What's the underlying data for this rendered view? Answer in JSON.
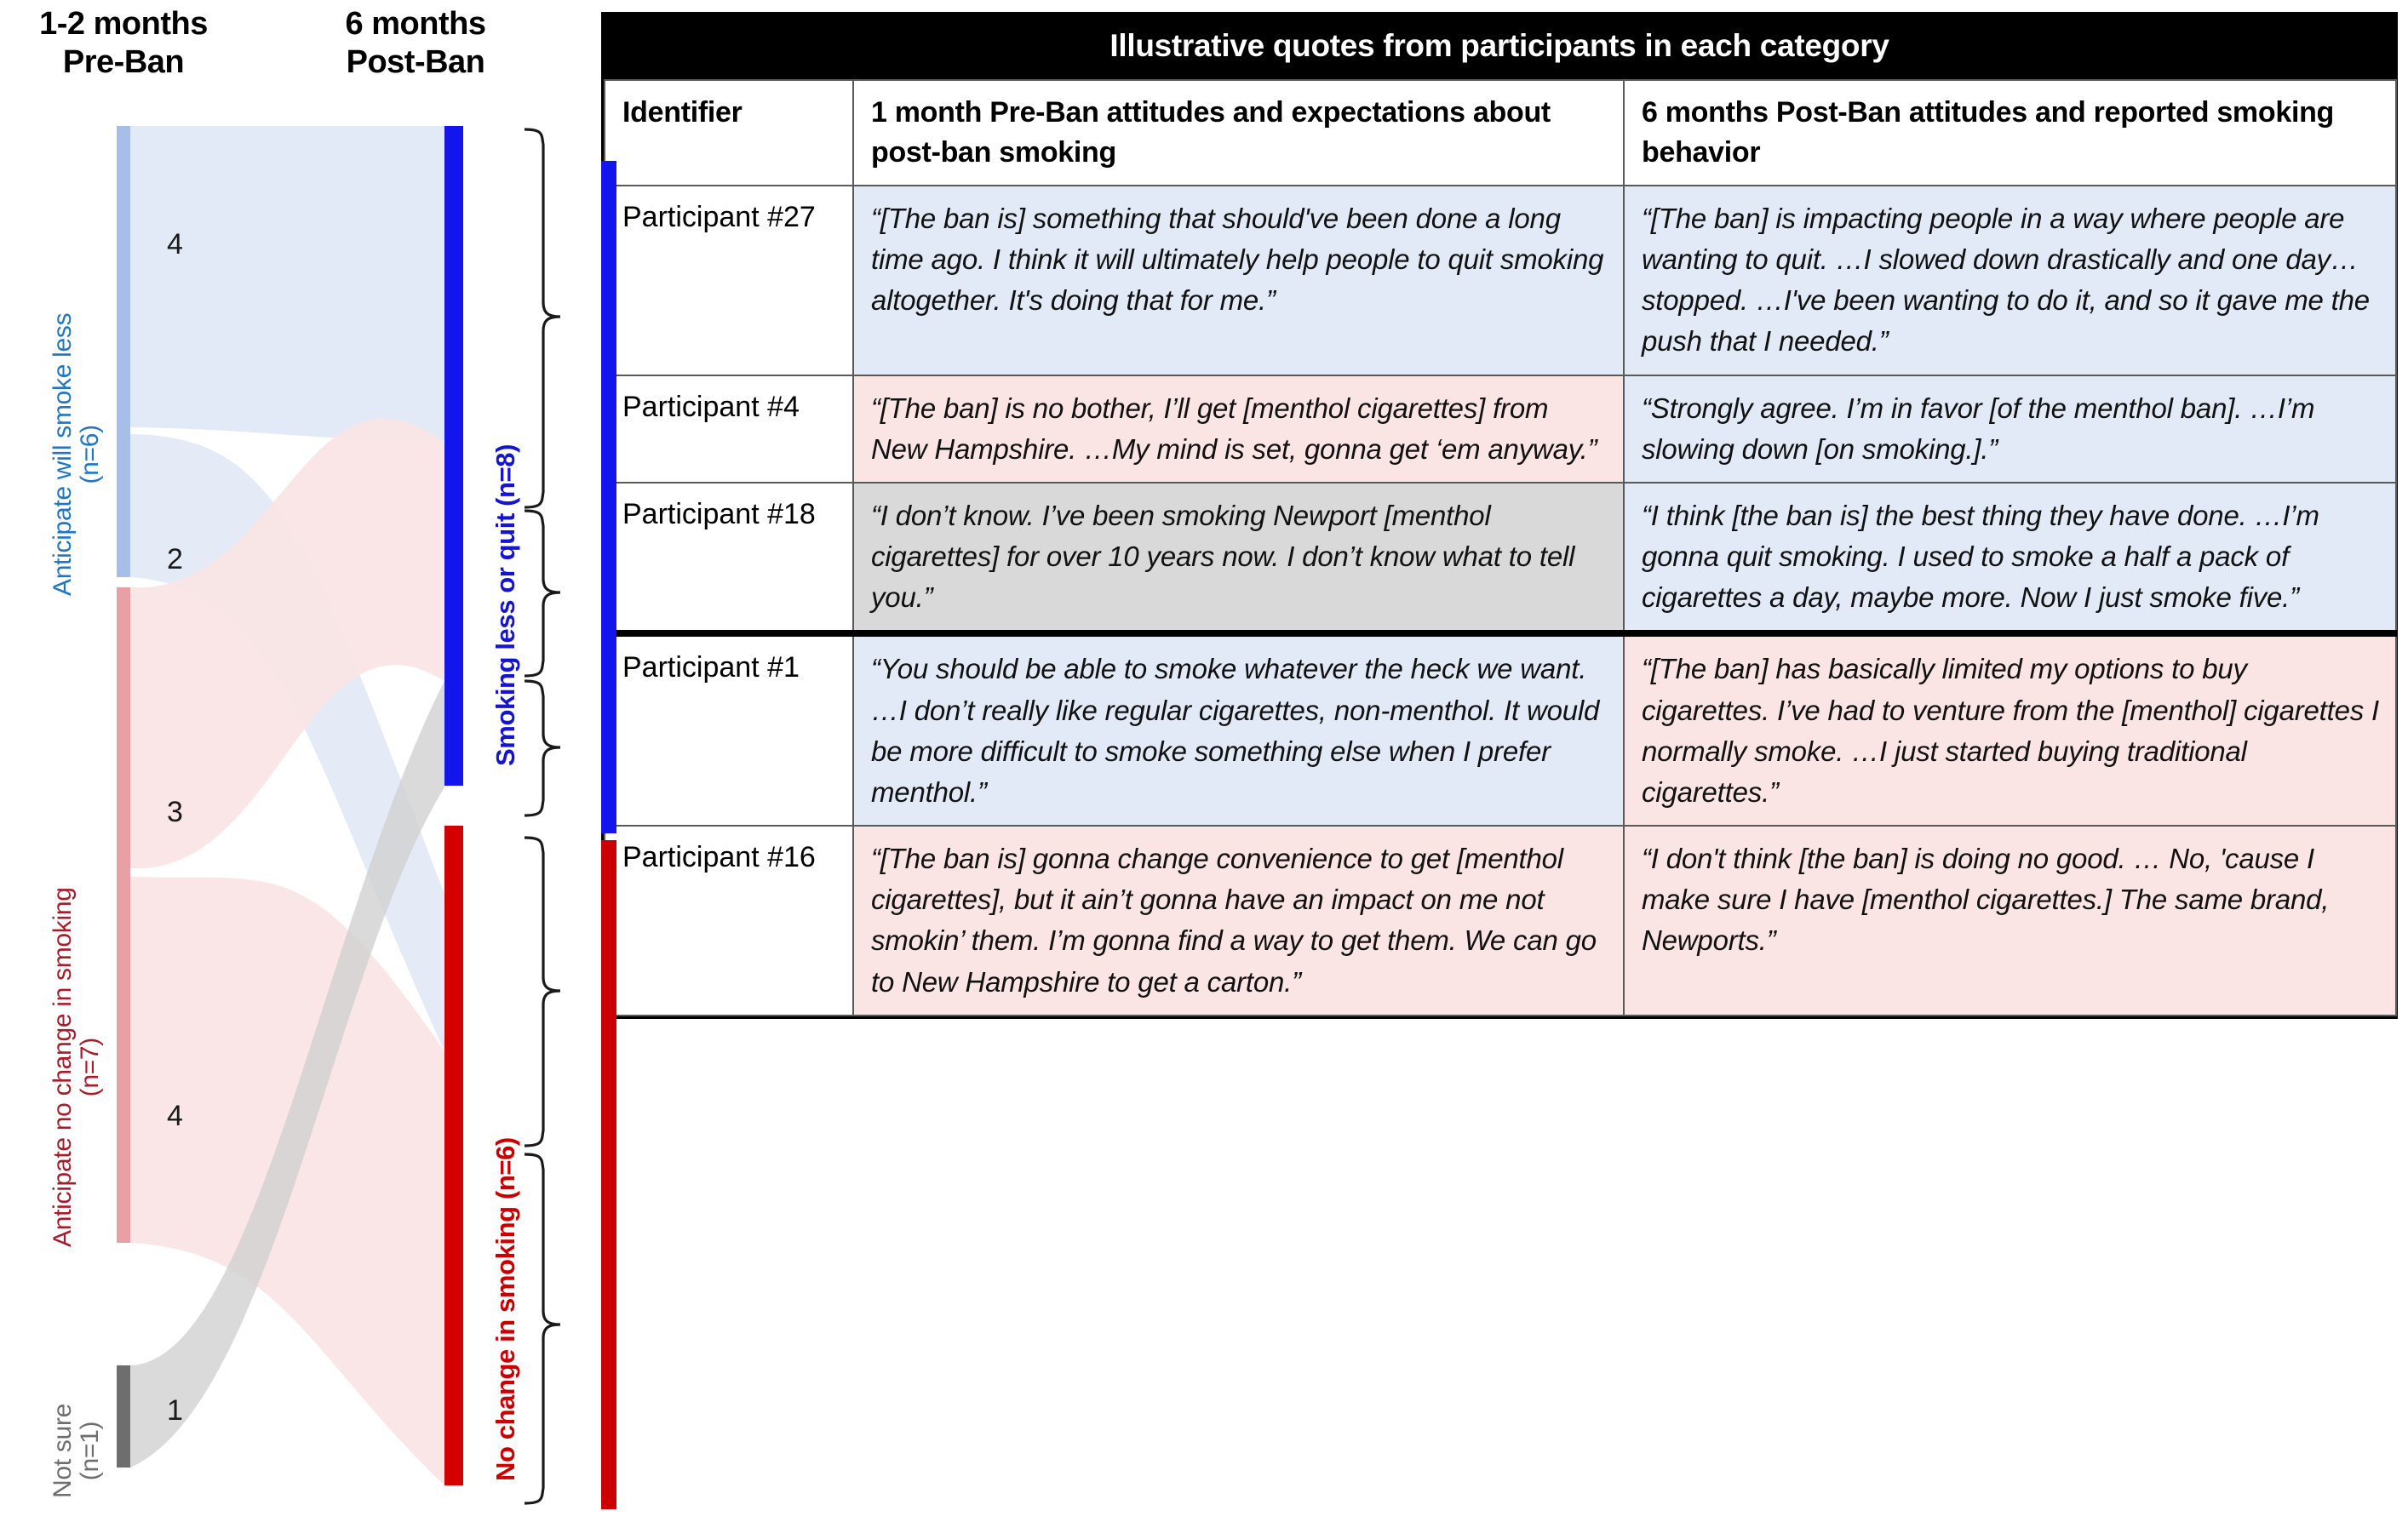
{
  "sankey": {
    "stage_labels": {
      "pre": "1-2 months\nPre-Ban",
      "pre_line1": "1-2 months",
      "pre_line2": "Pre-Ban",
      "post_line1": "6 months",
      "post_line2": "Post-Ban"
    },
    "left_nodes": [
      {
        "id": "anticipate-less",
        "label": "Anticipate will smoke less\n(n=6)",
        "label_line1": "Anticipate will smoke less",
        "label_line2": "(n=6)",
        "value": 6,
        "color": "#a7bfe8"
      },
      {
        "id": "anticipate-nochange",
        "label": "Anticipate no change in smoking\n(n=7)",
        "label_line1": "Anticipate no change in smoking",
        "label_line2": "(n=7)",
        "value": 7,
        "color": "#e8a0a4"
      },
      {
        "id": "not-sure",
        "label": "Not sure\n(n=1)",
        "label_line1": "Not sure",
        "label_line2": "(n=1)",
        "value": 1,
        "color": "#6e6e6e"
      }
    ],
    "right_nodes": [
      {
        "id": "smoking-less-or-quit",
        "label": "Smoking less or quit (n=8)",
        "value": 8,
        "color": "#1414ec"
      },
      {
        "id": "no-change-in-smoking",
        "label": "No change in smoking (n=6)",
        "value": 6,
        "color": "#cc0000"
      }
    ],
    "flows": [
      {
        "source": "anticipate-less",
        "target": "smoking-less-or-quit",
        "value": 4,
        "label": "4",
        "color": "#e3eaf7"
      },
      {
        "source": "anticipate-less",
        "target": "no-change-in-smoking",
        "value": 2,
        "label": "2",
        "color": "#e3eaf7"
      },
      {
        "source": "anticipate-nochange",
        "target": "smoking-less-or-quit",
        "value": 3,
        "label": "3",
        "color": "#fae4e4"
      },
      {
        "source": "anticipate-nochange",
        "target": "no-change-in-smoking",
        "value": 4,
        "label": "4",
        "color": "#fae4e4"
      },
      {
        "source": "not-sure",
        "target": "smoking-less-or-quit",
        "value": 1,
        "label": "1",
        "color": "#d9d9d9"
      }
    ]
  },
  "chart_data": {
    "type": "sankey",
    "title": "",
    "stages": [
      "1-2 months Pre-Ban",
      "6 months Post-Ban"
    ],
    "nodes": [
      {
        "name": "Anticipate will smoke less (n=6)",
        "stage": 0,
        "value": 6
      },
      {
        "name": "Anticipate no change in smoking (n=7)",
        "stage": 0,
        "value": 7
      },
      {
        "name": "Not sure (n=1)",
        "stage": 0,
        "value": 1
      },
      {
        "name": "Smoking less or quit (n=8)",
        "stage": 1,
        "value": 8
      },
      {
        "name": "No change in smoking (n=6)",
        "stage": 1,
        "value": 6
      }
    ],
    "links": [
      {
        "source": "Anticipate will smoke less (n=6)",
        "target": "Smoking less or quit (n=8)",
        "value": 4
      },
      {
        "source": "Anticipate will smoke less (n=6)",
        "target": "No change in smoking (n=6)",
        "value": 2
      },
      {
        "source": "Anticipate no change in smoking (n=7)",
        "target": "Smoking less or quit (n=8)",
        "value": 3
      },
      {
        "source": "Anticipate no change in smoking (n=7)",
        "target": "No change in smoking (n=6)",
        "value": 4
      },
      {
        "source": "Not sure (n=1)",
        "target": "Smoking less or quit (n=8)",
        "value": 1
      }
    ]
  },
  "table": {
    "banner": "Illustrative quotes from participants in each category",
    "headers": {
      "identifier": "Identifier",
      "pre_ban": "1 month Pre-Ban attitudes and expectations about post-ban smoking",
      "post_ban": "6 months Post-Ban attitudes and reported smoking behavior"
    },
    "rows": [
      {
        "identifier": "Participant #27",
        "pre_quote": "“[The ban is] something that should've been done a long time ago. I think it will ultimately help people to quit smoking altogether. It's doing that for me.”",
        "post_quote": "“[The ban] is impacting people in a way where people are wanting to quit. …I slowed down drastically and one day…stopped. …I've been wanting to do it, and so it gave me the push that I needed.”",
        "pre_bg": "bg-blue",
        "post_bg": "bg-blue",
        "group": "smoking-less-or-quit"
      },
      {
        "identifier": "Participant #4",
        "pre_quote": "“[The ban] is no bother, I’ll get [menthol cigarettes] from New Hampshire. …My mind is set,  gonna get ‘em anyway.”",
        "post_quote": "“Strongly agree. I’m in favor [of the menthol ban].  …I’m slowing down [on smoking.].”",
        "pre_bg": "bg-pink",
        "post_bg": "bg-blue",
        "group": "smoking-less-or-quit"
      },
      {
        "identifier": "Participant #18",
        "pre_quote": "“I don’t know. I’ve been smoking Newport [menthol cigarettes] for over 10 years now. I don’t know what to tell you.”",
        "post_quote": "“I think [the ban is] the best thing they have done. …I’m gonna quit smoking. I used to smoke a half a pack of cigarettes a day, maybe more. Now I just smoke five.”",
        "pre_bg": "bg-gray",
        "post_bg": "bg-blue",
        "group": "smoking-less-or-quit"
      },
      {
        "identifier": "Participant #1",
        "pre_quote": "“You should be able to smoke whatever the heck we want. …I don’t really like regular cigarettes, non-menthol.  It would be more difficult to smoke something else when I prefer menthol.”",
        "post_quote": "“[The ban] has basically limited my options to buy cigarettes. I’ve had to venture from the [menthol] cigarettes I normally smoke. …I just started buying traditional cigarettes.”",
        "pre_bg": "bg-blue",
        "post_bg": "bg-pink",
        "group": "no-change-in-smoking"
      },
      {
        "identifier": "Participant #16",
        "pre_quote": "“[The ban is] gonna change convenience to get [menthol cigarettes], but it ain’t gonna have an impact on me not smokin’ them. I’m gonna find a way to get them. We can go to New Hampshire to get a carton.”",
        "post_quote": "“I don't think [the ban] is doing no good. … No, 'cause I make sure I have [menthol cigarettes.] The same brand, Newports.”",
        "pre_bg": "bg-pink",
        "post_bg": "bg-pink",
        "group": "no-change-in-smoking"
      }
    ]
  },
  "colors": {
    "blue_node": "#1414ec",
    "red_node": "#cc0000",
    "blue_flow": "#e3eaf7",
    "pink_flow": "#fae4e4",
    "gray_flow": "#d9d9d9",
    "left_blue_node": "#a7bfe8",
    "left_pink_node": "#e8a0a4",
    "left_gray_node": "#6e6e6e",
    "banner_bg": "#000000"
  }
}
